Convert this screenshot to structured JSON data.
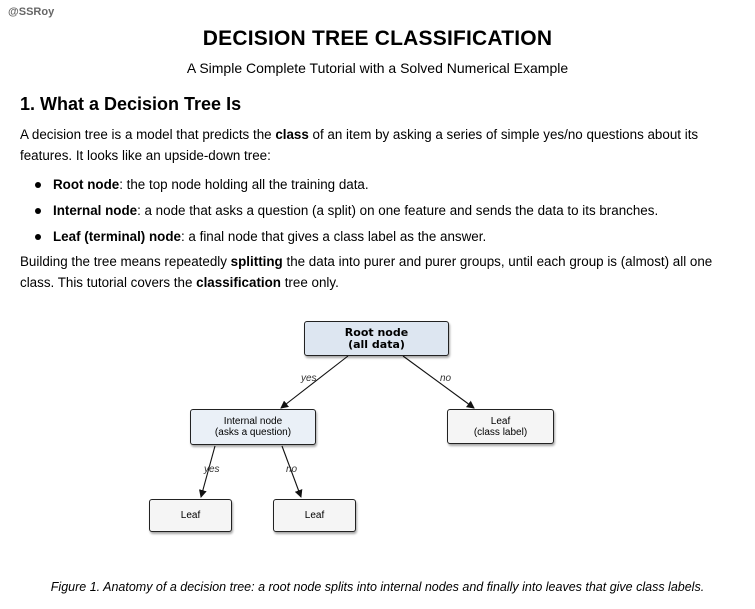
{
  "watermark": "@SSRoy",
  "header": {
    "title": "DECISION TREE CLASSIFICATION",
    "subtitle": "A Simple Complete Tutorial with a Solved Numerical Example"
  },
  "section": {
    "heading": "1. What a Decision Tree Is",
    "intro": {
      "part1": "A decision tree is a model that predicts the ",
      "bold1": "class",
      "part2": " of an item by asking a series of simple yes/no questions about its features. It looks like an upside-down tree:"
    },
    "bullets": [
      {
        "term": "Root node",
        "text": ": the top node holding all the training data."
      },
      {
        "term": "Internal node",
        "text": ": a node that asks a question (a split) on one feature and sends the data to its branches."
      },
      {
        "term": "Leaf (terminal) node",
        "text": ": a final node that gives a class label as the answer."
      }
    ],
    "outro": {
      "part1": "Building the tree means repeatedly ",
      "bold1": "splitting",
      "part2": " the data into purer and purer groups, until each group is (almost) all one class. This tutorial covers the ",
      "bold2": "classification",
      "part3": " tree only."
    }
  },
  "diagram": {
    "root": {
      "line1": "Root node",
      "line2": "(all data)"
    },
    "internal": {
      "line1": "Internal node",
      "line2": "(asks a question)"
    },
    "right_leaf": {
      "line1": "Leaf",
      "line2": "(class label)"
    },
    "leaf_left": "Leaf",
    "leaf_right": "Leaf",
    "edge_root_yes": "yes",
    "edge_root_no": "no",
    "edge_internal_yes": "yes",
    "edge_internal_no": "no"
  },
  "caption": "Figure 1. Anatomy of a decision tree: a root node splits into internal nodes and finally into leaves that give class labels."
}
